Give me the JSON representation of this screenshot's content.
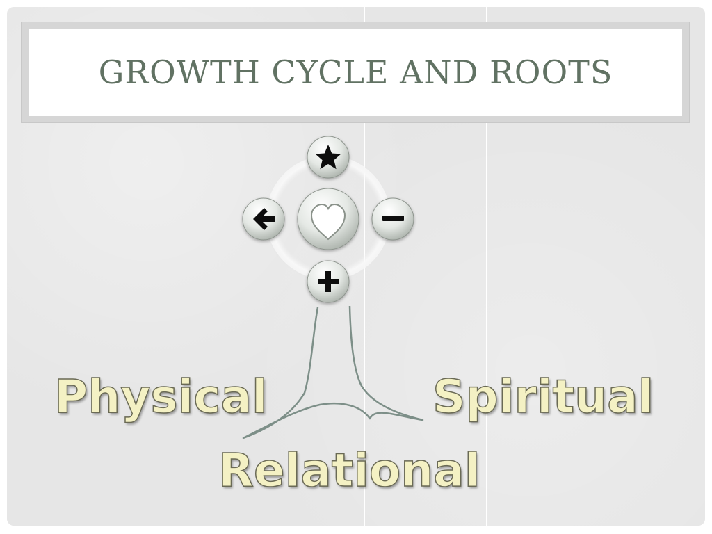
{
  "title": "GROWTH CYCLE AND ROOTS",
  "words": {
    "physical": "Physical",
    "spiritual": "Spiritual",
    "relational": "Relational"
  },
  "icons": {
    "top": "star-icon",
    "left": "arrow-left-icon",
    "center": "heart-icon",
    "right": "minus-icon",
    "bottom": "plus-icon"
  },
  "colors": {
    "title": "#617263",
    "word_fill": "#f4f1c4",
    "root_line": "#7d8f88"
  }
}
